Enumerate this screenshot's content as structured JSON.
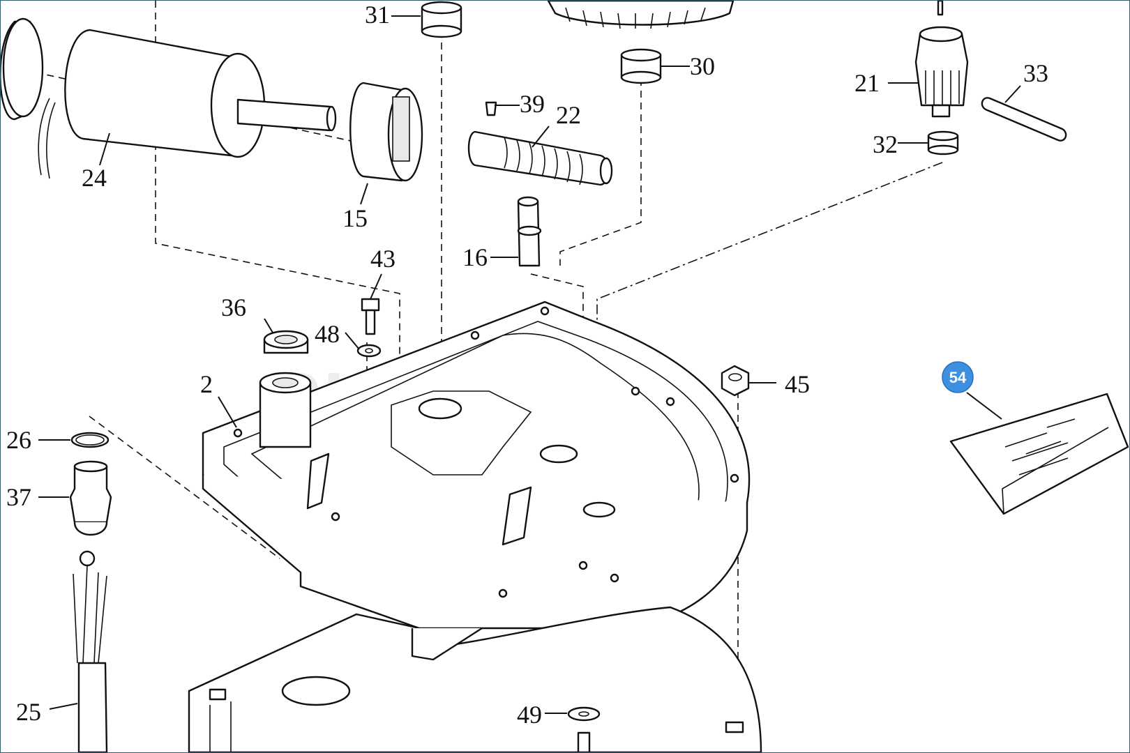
{
  "watermark": "PLUSCOM",
  "parts": [
    {
      "id": "p24",
      "label": "24"
    },
    {
      "id": "p15",
      "label": "15"
    },
    {
      "id": "p31",
      "label": "31"
    },
    {
      "id": "p30",
      "label": "30"
    },
    {
      "id": "p39",
      "label": "39"
    },
    {
      "id": "p22",
      "label": "22"
    },
    {
      "id": "p21",
      "label": "21"
    },
    {
      "id": "p33",
      "label": "33"
    },
    {
      "id": "p32",
      "label": "32"
    },
    {
      "id": "p16",
      "label": "16"
    },
    {
      "id": "p43",
      "label": "43"
    },
    {
      "id": "p36",
      "label": "36"
    },
    {
      "id": "p48",
      "label": "48"
    },
    {
      "id": "p2",
      "label": "2"
    },
    {
      "id": "p45",
      "label": "45"
    },
    {
      "id": "p26",
      "label": "26"
    },
    {
      "id": "p37",
      "label": "37"
    },
    {
      "id": "p25",
      "label": "25"
    },
    {
      "id": "p49",
      "label": "49"
    }
  ],
  "highlight_badge": {
    "label": "54",
    "color": "#3d8fe0"
  },
  "colors": {
    "line": "#111111",
    "background": "#ffffff",
    "frame": "#2f5f6f"
  }
}
